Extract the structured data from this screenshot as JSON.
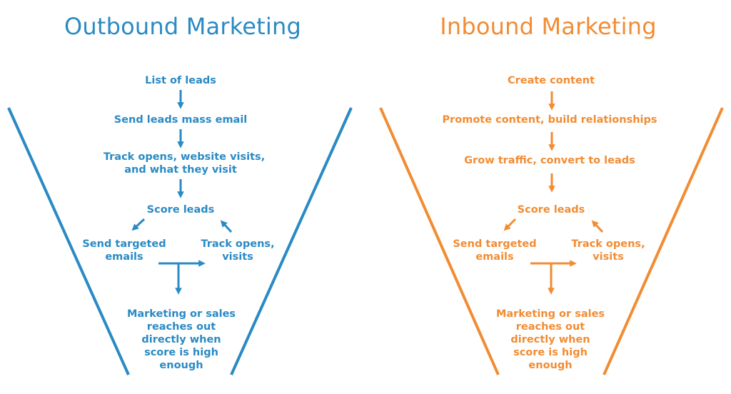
{
  "colors": {
    "outbound": "#2a8ac4",
    "inbound": "#f28c33"
  },
  "outbound": {
    "title": "Outbound Marketing",
    "steps": [
      "List of leads",
      "Send leads mass email",
      "Track opens, website visits,",
      "and what they visit",
      "Score leads",
      "Send targeted",
      "emails",
      "Track opens,",
      "visits",
      "Marketing or sales",
      "reaches out",
      "directly when",
      "score is high",
      "enough"
    ]
  },
  "inbound": {
    "title": "Inbound Marketing",
    "steps": [
      "Create content",
      "Promote content, build relationships",
      "Grow traffic, convert to leads",
      "Score leads",
      "Send targeted",
      "emails",
      "Track opens,",
      "visits",
      "Marketing or sales",
      "reaches out",
      "directly when",
      "score is high",
      "enough"
    ]
  }
}
